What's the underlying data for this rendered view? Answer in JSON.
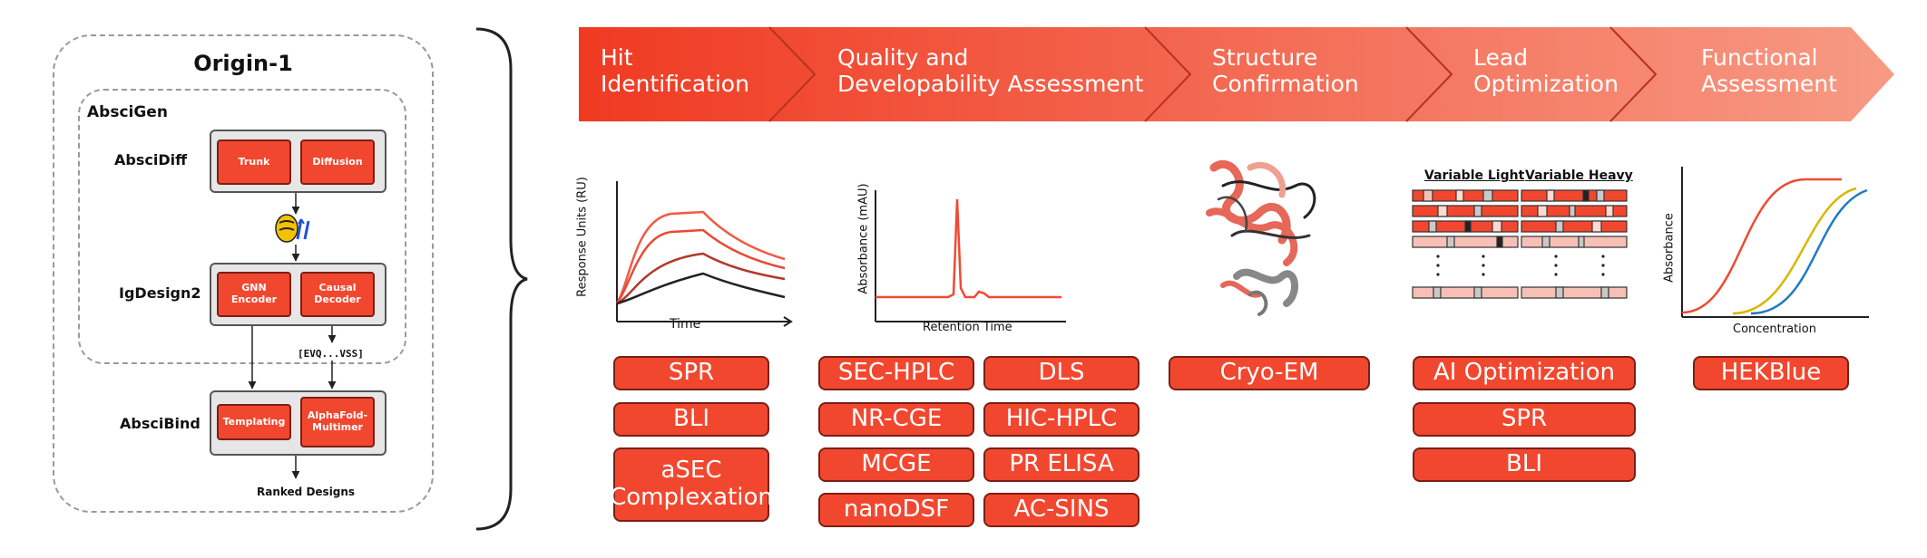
{
  "left_panel": {
    "title": "Origin-1",
    "group_label": "AbsciGen",
    "stages": [
      {
        "name": "AbsciDiff",
        "modules": [
          "Trunk",
          "Diffusion"
        ]
      },
      {
        "name": "IgDesign2",
        "modules": [
          "GNN Encoder",
          "Causal Decoder"
        ]
      },
      {
        "name": "AbsciBind",
        "modules": [
          "Templating",
          "AlphaFold-Multimer"
        ]
      }
    ],
    "sequence_label": "[EVQ...VSS]",
    "output_label": "Ranked Designs"
  },
  "pipeline": {
    "stages": [
      {
        "label": "Hit\nIdentification"
      },
      {
        "label": "Quality and\nDevelopability Assessment"
      },
      {
        "label": "Structure\nConfirmation"
      },
      {
        "label": "Lead\nOptimization"
      },
      {
        "label": "Functional\nAssessment"
      }
    ]
  },
  "plots": {
    "spr": {
      "ylabel": "Response Units (RU)",
      "xlabel": "Time"
    },
    "hplc": {
      "ylabel": "Absorbance (mAU)",
      "xlabel": "Retention Time"
    },
    "seq": {
      "light": "Variable Light",
      "heavy": "Variable Heavy"
    },
    "func": {
      "ylabel": "Absorbance",
      "xlabel": "Concentration"
    }
  },
  "assays": {
    "hit": [
      "SPR",
      "BLI",
      "aSEC\nComplexation"
    ],
    "quality_left": [
      "SEC-HPLC",
      "NR-CGE",
      "MCGE",
      "nanoDSF"
    ],
    "quality_right": [
      "DLS",
      "HIC-HPLC",
      "PR ELISA",
      "AC-SINS"
    ],
    "structure": [
      "Cryo-EM"
    ],
    "lead": [
      "AI Optimization",
      "SPR",
      "BLI"
    ],
    "functional": [
      "HEKBlue"
    ]
  },
  "colors": {
    "accent": "#f2472f",
    "border": "#7a1f15",
    "panel_gray": "#e6e6e6"
  }
}
